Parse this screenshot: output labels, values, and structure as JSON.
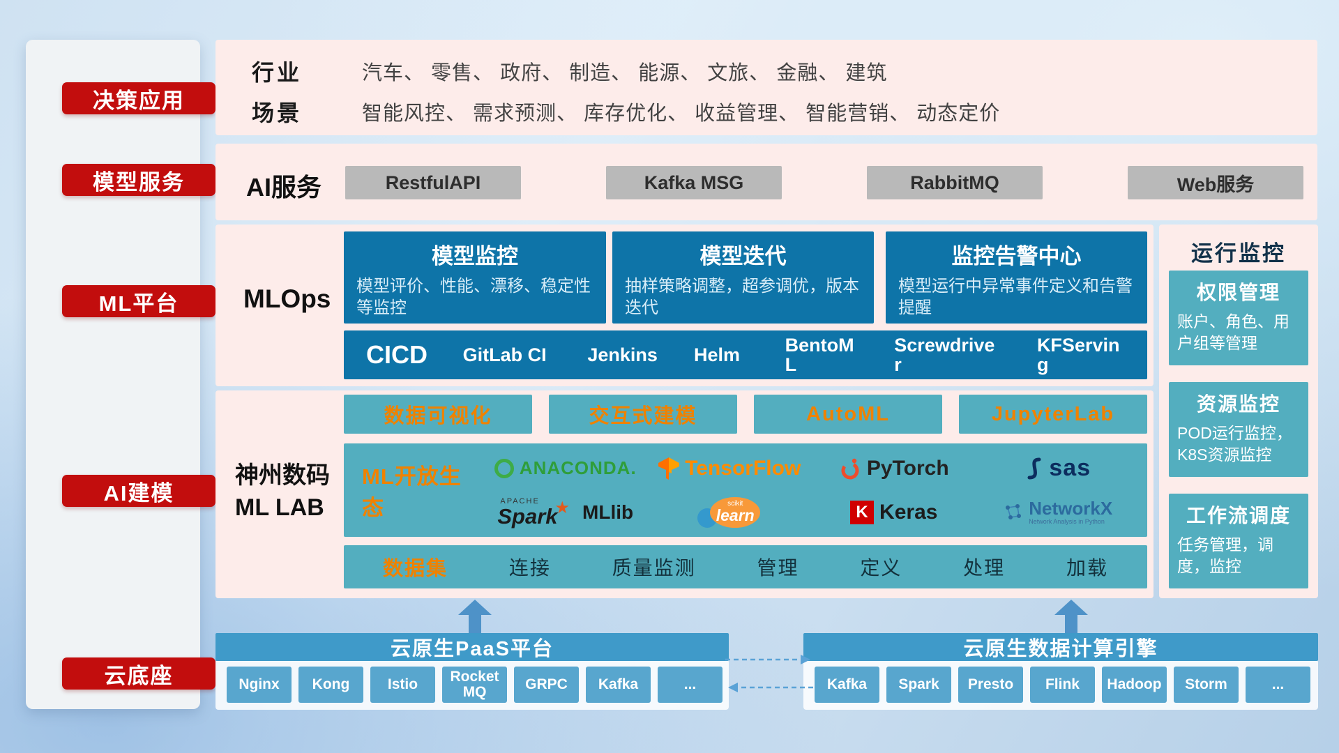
{
  "colors": {
    "accent_red": "#c20d0d",
    "panel_pink": "#fdecea",
    "card_blue": "#0e74a8",
    "teal": "#53aebf",
    "bar_blue": "#3f9ac9",
    "chip_blue": "#58a6ce",
    "orange_text": "#ef8200",
    "gray_button": "#b9b9b9"
  },
  "sidebar": {
    "items": [
      {
        "label": "决策应用"
      },
      {
        "label": "模型服务"
      },
      {
        "label": "ML平台"
      },
      {
        "label": "AI建模"
      },
      {
        "label": "云底座"
      }
    ]
  },
  "industry": {
    "row_label": "行业",
    "row_text": "汽车、 零售、 政府、 制造、 能源、 文旅、 金融、 建筑"
  },
  "scene": {
    "row_label": "场景",
    "row_text": "智能风控、 需求预测、 库存优化、 收益管理、 智能营销、 动态定价"
  },
  "ai_service": {
    "label": "AI服务",
    "buttons": [
      {
        "label": "RestfulAPI"
      },
      {
        "label": "Kafka MSG"
      },
      {
        "label": "RabbitMQ"
      },
      {
        "label": "Web服务"
      }
    ]
  },
  "mlops": {
    "label": "MLOps",
    "cards": [
      {
        "title": "模型监控",
        "desc": "模型评价、性能、漂移、稳定性等监控"
      },
      {
        "title": "模型迭代",
        "desc": "抽样策略调整，超参调优，版本迭代"
      },
      {
        "title": "监控告警中心",
        "desc": "模型运行中异常事件定义和告警提醒"
      }
    ],
    "cicd": {
      "title": "CICD",
      "items": [
        {
          "label": "GitLab CI"
        },
        {
          "label": "Jenkins"
        },
        {
          "label": "Helm"
        },
        {
          "label": "BentoML"
        },
        {
          "label": "Screwdriver"
        },
        {
          "label": "KFServing"
        }
      ]
    }
  },
  "mllab": {
    "label_line1": "神州数码",
    "label_line2": "ML LAB",
    "tools": [
      {
        "label": "数据可视化"
      },
      {
        "label": "交互式建模"
      },
      {
        "label": "AutoML"
      },
      {
        "label": "JupyterLab"
      }
    ],
    "ecosystem": {
      "label": "ML开放生态",
      "anaconda": {
        "label": "ANACONDA."
      },
      "tensorflow": {
        "label": "TensorFlow"
      },
      "pytorch": {
        "label": "PyTorch"
      },
      "sas": {
        "label": "sas"
      },
      "spark": {
        "apache": "APACHE",
        "label": "Spark",
        "mllib": "MLlib"
      },
      "sklearn": {
        "scikit": "scikit",
        "label": "learn"
      },
      "keras": {
        "k": "K",
        "label": "Keras"
      },
      "networkx": {
        "label": "NetworkX",
        "sub": "Network Analysis in Python"
      }
    },
    "dataset": {
      "label": "数据集",
      "items": [
        {
          "label": "连接"
        },
        {
          "label": "质量监测"
        },
        {
          "label": "管理"
        },
        {
          "label": "定义"
        },
        {
          "label": "处理"
        },
        {
          "label": "加载"
        }
      ]
    }
  },
  "monitor": {
    "title": "运行监控",
    "cards": [
      {
        "title": "权限管理",
        "desc": "账户、角色、用户组等管理"
      },
      {
        "title": "资源监控",
        "desc": "POD运行监控，K8S资源监控"
      },
      {
        "title": "工作流调度",
        "desc": "任务管理，调度，监控"
      }
    ]
  },
  "paas": {
    "title": "云原生PaaS平台",
    "chips": [
      {
        "label": "Nginx"
      },
      {
        "label": "Kong"
      },
      {
        "label": "Istio"
      },
      {
        "label": "RocketMQ"
      },
      {
        "label": "GRPC"
      },
      {
        "label": "Kafka"
      },
      {
        "label": "..."
      }
    ]
  },
  "engine": {
    "title": "云原生数据计算引擎",
    "chips": [
      {
        "label": "Kafka"
      },
      {
        "label": "Spark"
      },
      {
        "label": "Presto"
      },
      {
        "label": "Flink"
      },
      {
        "label": "Hadoop"
      },
      {
        "label": "Storm"
      },
      {
        "label": "..."
      }
    ]
  }
}
